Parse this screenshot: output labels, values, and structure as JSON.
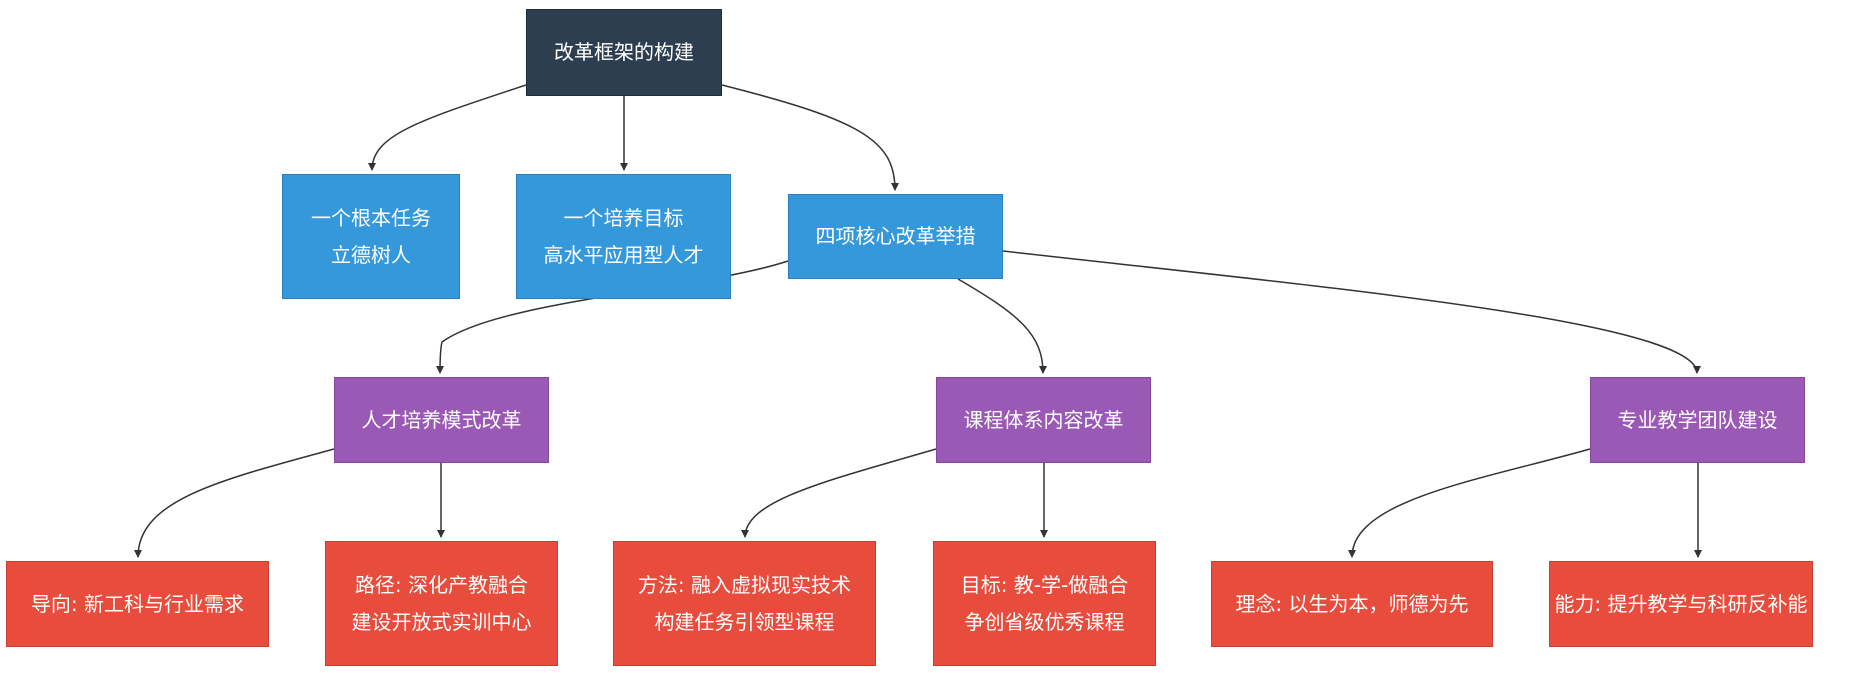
{
  "diagram": {
    "root": {
      "label": "改革框架的构建"
    },
    "task": {
      "line1": "一个根本任务",
      "line2": "立德树人"
    },
    "goal": {
      "line1": "一个培养目标",
      "line2": "高水平应用型人才"
    },
    "measures": {
      "label": "四项核心改革举措"
    },
    "talent": {
      "label": "人才培养模式改革"
    },
    "course": {
      "label": "课程体系内容改革"
    },
    "team": {
      "label": "专业教学团队建设"
    },
    "direction": {
      "label": "导向: 新工科与行业需求"
    },
    "path": {
      "line1": "路径: 深化产教融合",
      "line2": "建设开放式实训中心"
    },
    "method": {
      "line1": "方法: 融入虚拟现实技术",
      "line2": "构建任务引领型课程"
    },
    "target": {
      "line1": "目标: 教-学-做融合",
      "line2": "争创省级优秀课程"
    },
    "idea": {
      "label": "理念: 以生为本，师德为先"
    },
    "ability": {
      "label": "能力: 提升教学与科研反补能"
    },
    "colors": {
      "root": "#2c3e50",
      "level1": "#3498db",
      "level2": "#9b59b6",
      "level3": "#e74c3c",
      "edge": "#333333",
      "text": "#ffffff"
    }
  }
}
